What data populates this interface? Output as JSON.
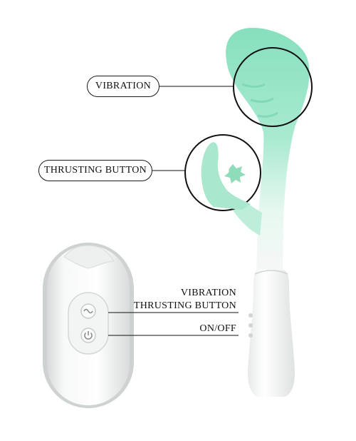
{
  "callouts": {
    "vibration": "VIBRATION",
    "thrusting_button": "THRUSTING BUTTON"
  },
  "remote_labels": {
    "vibration": "VIBRATION",
    "thrusting_button": "THRUSTING BUTTON",
    "on_off": "ON/OFF"
  },
  "colors": {
    "mint": "#8ee3c1",
    "mint_light": "#c8f1e0",
    "body_white": "#f4f5f5",
    "outline": "#111111"
  },
  "icons": {
    "vibration_button": "wave-icon",
    "power_button": "power-icon"
  }
}
